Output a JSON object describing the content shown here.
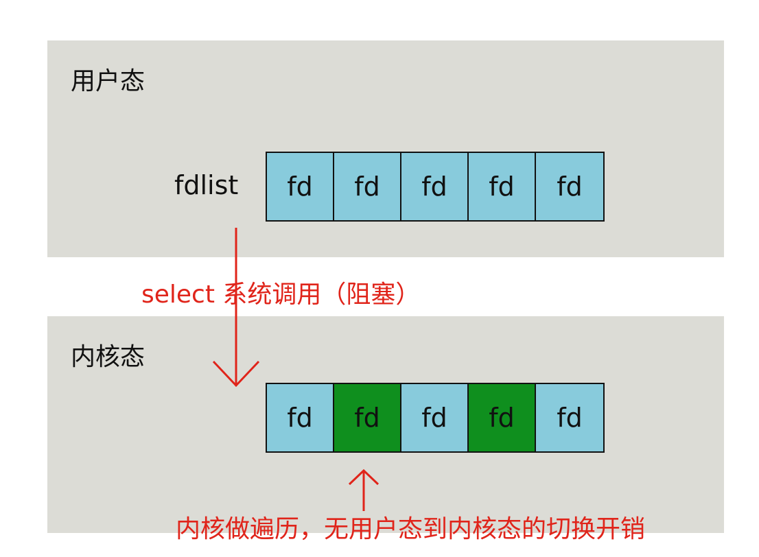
{
  "user_space": {
    "title": "用户态",
    "list_label": "fdlist"
  },
  "kernel_space": {
    "title": "内核态"
  },
  "user_fds": [
    {
      "label": "fd",
      "state": "normal"
    },
    {
      "label": "fd",
      "state": "normal"
    },
    {
      "label": "fd",
      "state": "normal"
    },
    {
      "label": "fd",
      "state": "normal"
    },
    {
      "label": "fd",
      "state": "normal"
    }
  ],
  "kernel_fds": [
    {
      "label": "fd",
      "state": "normal"
    },
    {
      "label": "fd",
      "state": "ready"
    },
    {
      "label": "fd",
      "state": "normal"
    },
    {
      "label": "fd",
      "state": "ready"
    },
    {
      "label": "fd",
      "state": "normal"
    }
  ],
  "annotations": {
    "syscall": "select 系统调用（阻塞）",
    "traversal": "内核做遍历，无用户态到内核态的切换开销"
  },
  "colors": {
    "normal": "#88cbdc",
    "ready": "#0f8f1e",
    "annotation": "#e0241a",
    "panel": "#dcdcd6"
  }
}
